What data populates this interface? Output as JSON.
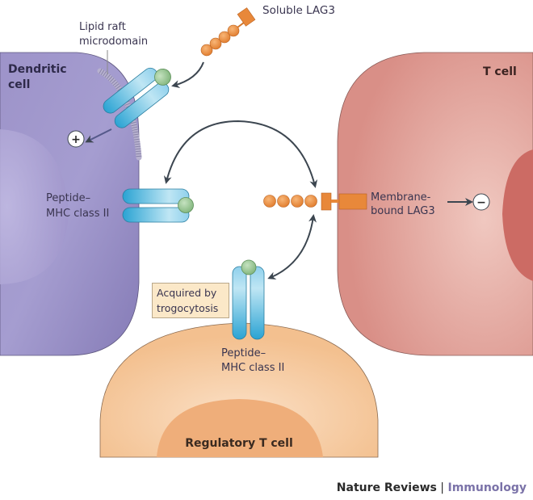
{
  "figure": {
    "cells": {
      "dendritic_cell": "Dendritic\ncell",
      "dendritic_cell_line1": "Dendritic",
      "dendritic_cell_line2": "cell",
      "t_cell": "T cell",
      "regulatory_t_cell": "Regulatory T cell"
    },
    "labels": {
      "lipid_raft_line1": "Lipid raft",
      "lipid_raft_line2": "microdomain",
      "soluble_lag3": "Soluble LAG3",
      "pmhc_dc_line1": "Peptide–",
      "pmhc_dc_line2": "MHC class II",
      "membrane_lag3_line1": "Membrane-",
      "membrane_lag3_line2": "bound LAG3",
      "trogocytosis_line1": "Acquired by",
      "trogocytosis_line2": "trogocytosis",
      "pmhc_treg_line1": "Peptide–",
      "pmhc_treg_line2": "MHC class II"
    },
    "signals": {
      "dc_signal": "+",
      "t_cell_signal": "−"
    },
    "colors": {
      "dendritic_cell": "#8f86bd",
      "t_cell": "#dc968e",
      "t_cell_nucleus": "#cc6b64",
      "treg_cell": "#f5c596",
      "treg_nucleus": "#eeab76",
      "mhc": "#3aaed8",
      "peptide": "#8fc08a",
      "lag3": "#e8883a",
      "arrow": "#3c4650"
    }
  },
  "footer": {
    "journal": "Nature Reviews",
    "separator": " | ",
    "section": "Immunology"
  }
}
